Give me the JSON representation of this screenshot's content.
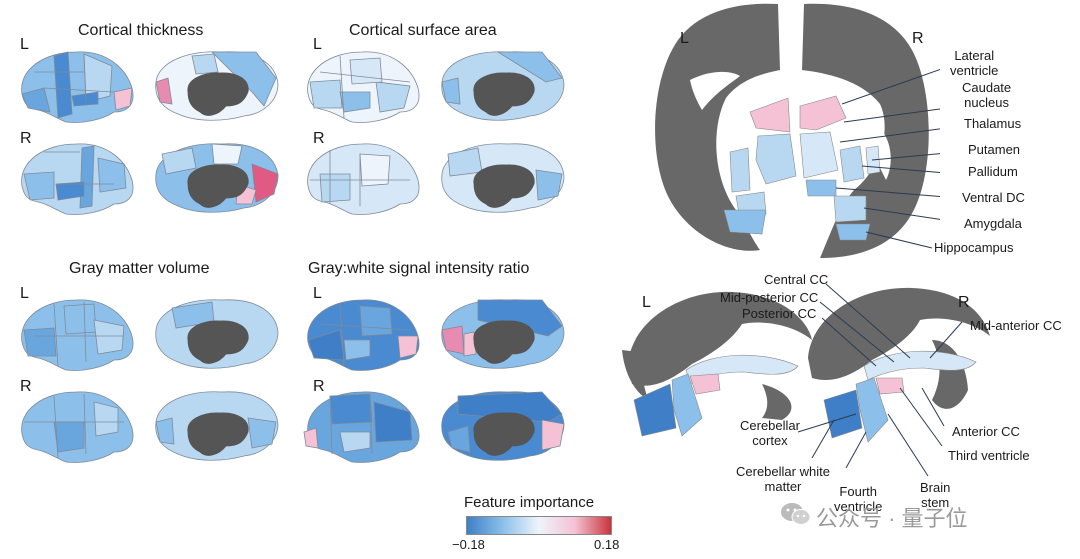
{
  "cortical_panels": [
    {
      "title": "Cortical thickness",
      "left_label": "L",
      "right_label": "R"
    },
    {
      "title": "Cortical surface area",
      "left_label": "L",
      "right_label": "R"
    },
    {
      "title": "Gray matter volume",
      "left_label": "L",
      "right_label": "R"
    },
    {
      "title": "Gray:white signal intensity ratio",
      "left_label": "L",
      "right_label": "R"
    }
  ],
  "coronal": {
    "left_label": "L",
    "right_label": "R",
    "structures": [
      "Lateral\nventricle",
      "Caudate\nnucleus",
      "Thalamus",
      "Putamen",
      "Pallidum",
      "Ventral DC",
      "Amygdala",
      "Hippocampus"
    ]
  },
  "sagittal": {
    "left_label": "L",
    "right_label": "R",
    "structures_top": [
      "Central CC",
      "Mid-posterior CC",
      "Posterior CC",
      "Mid-anterior CC"
    ],
    "structures_bottom": [
      "Cerebellar\ncortex",
      "Cerebellar white\nmatter",
      "Fourth\nventricle",
      "Brain\nstem",
      "Third ventricle",
      "Anterior CC"
    ]
  },
  "legend": {
    "title": "Feature importance",
    "min_label": "−0.18",
    "max_label": "0.18",
    "colors": [
      "#3f7fc7",
      "#8cc0ea",
      "#eef4fb",
      "#f4c2d4",
      "#c9333c"
    ]
  },
  "watermark": {
    "text": "公众号 · 量子位",
    "icon": "wechat-icon"
  }
}
